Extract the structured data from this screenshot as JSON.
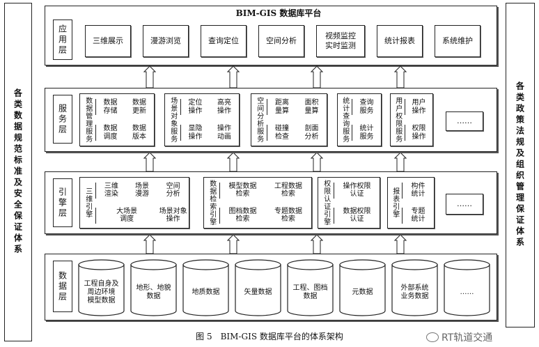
{
  "left_pillar": "各类数据规范标准及安全保证体系",
  "right_pillar": "各类政策法规及组织管理保证体系",
  "platform_title": "BIM-GIS 数据库平台",
  "application_layer": {
    "name": "应用层",
    "items": [
      "三维展示",
      "漫游浏览",
      "查询定位",
      "空间分析",
      "视频监控\n实时监测",
      "统计报表",
      "系统维护"
    ]
  },
  "service_layer": {
    "name": "服务层",
    "groups": [
      {
        "title": "数据管理服务",
        "cells": [
          "数据\n存储",
          "数据\n更新",
          "数据\n调度",
          "数据\n版本"
        ]
      },
      {
        "title": "场景对象服务",
        "cells": [
          "定位\n操作",
          "高亮\n操作",
          "显隐\n操作",
          "操作\n动画"
        ]
      },
      {
        "title": "空间分析服务",
        "cells": [
          "距离\n量算",
          "面积\n量算",
          "碰撞\n检查",
          "剖面\n分析"
        ]
      },
      {
        "title": "统计查询服务",
        "cells": [
          "查询\n服务",
          "统计\n服务"
        ]
      },
      {
        "title": "用户权限服务",
        "cells": [
          "用户\n操作",
          "权限\n操作"
        ]
      }
    ],
    "more": "……"
  },
  "engine_layer": {
    "name": "引擎层",
    "groups": [
      {
        "title": "三维引擎",
        "cells": [
          "三维\n渲染",
          "场景\n漫游",
          "空间\n分析",
          "大场景\n调度",
          "场景对象\n操作"
        ]
      },
      {
        "title": "数据检索引擎",
        "cells": [
          "模型数据\n检索",
          "工程数据\n检索",
          "图档数据\n检索",
          "专题数据\n检索"
        ]
      },
      {
        "title": "权限认证引擎",
        "cells": [
          "操作权限\n认证",
          "数据权限\n认证"
        ]
      },
      {
        "title": "报表引擎",
        "cells": [
          "构件\n统计",
          "专题\n统计"
        ]
      }
    ],
    "more": "……"
  },
  "data_layer": {
    "name": "数据层",
    "items": [
      "工程自身及\n周边环境\n模型数据",
      "地形、地貌\n数据",
      "地质数据",
      "矢量数据",
      "工程、图档\n数据",
      "元数据",
      "外部系统\n业务数据",
      "……"
    ]
  },
  "caption": "图 5　BIM-GIS 数据库平台的体系架构",
  "watermark": "RT轨道交通"
}
